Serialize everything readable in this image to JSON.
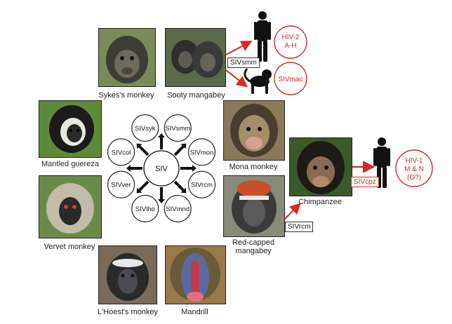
{
  "center_label": "SIV",
  "ring_labels": [
    "SIVsyk",
    "SIVsmm",
    "SIVmon",
    "SIVrcm",
    "SIVmnd",
    "SIVlho",
    "SIVver",
    "SIVcol"
  ],
  "primates": {
    "sykes": "Sykes's monkey",
    "sooty": "Sooty mangabey",
    "mona": "Mona monkey",
    "redcapped": "Red-capped mangabey",
    "mandrill": "Mandrill",
    "lhoest": "L'Hoest's monkey",
    "vervet": "Vervet monkey",
    "guereza": "Mantled guereza",
    "chimp": "Chimpanzee"
  },
  "transmission": {
    "sivsmm": "SIVsmm",
    "sivrcm": "SIVrcm",
    "sivcpz": "SIVcpz",
    "sivmac": "SIVmac",
    "hiv2": [
      "HIV-2",
      "A-H"
    ],
    "hiv1": [
      "HIV-1",
      "M & N",
      "(O?)"
    ]
  },
  "colors": {
    "accent_red": "#d42a2a",
    "ink": "#111111"
  }
}
